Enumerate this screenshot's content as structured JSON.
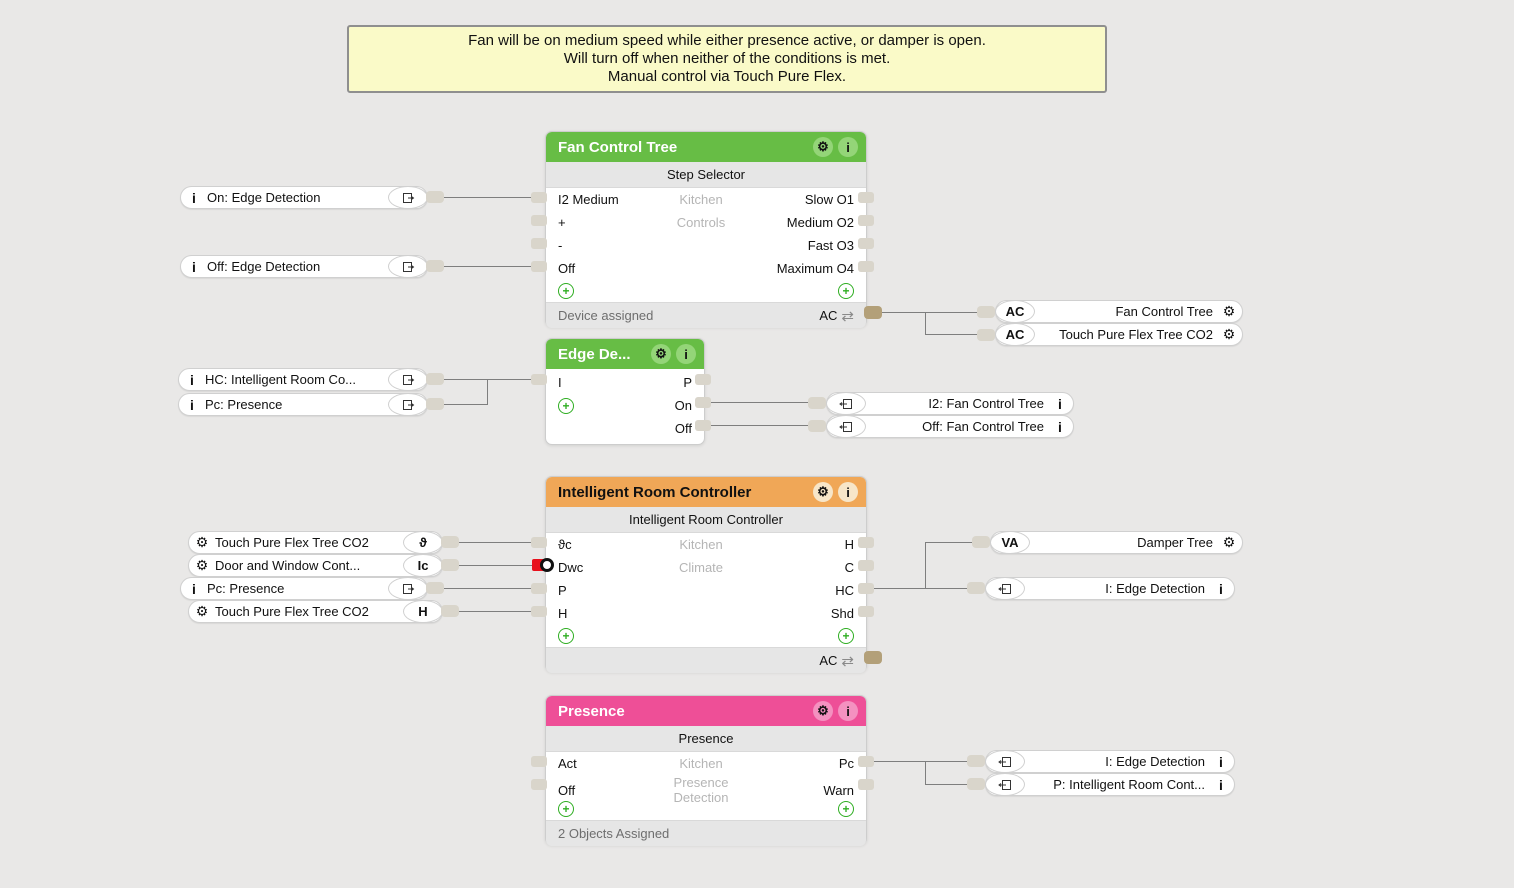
{
  "note": {
    "line1": "Fan will be on medium speed while either presence active, or damper is open.",
    "line2": "Will turn off when neither of the conditions is met.",
    "line3": "Manual control via Touch Pure Flex."
  },
  "colors": {
    "fan_header": "#67bd45",
    "irc_header": "#f0a757",
    "presence_header": "#ee4f97",
    "wire": "#7e7e7e",
    "stub": "#d9d5cb",
    "ac_stub": "#b3a079",
    "inverted_input": "#e8101c"
  },
  "blocks": {
    "fan": {
      "title": "Fan Control Tree",
      "subtitle": "Step Selector",
      "room": "Kitchen",
      "category": "Controls",
      "inputs": [
        "I2 Medium",
        "+",
        "-",
        "Off"
      ],
      "outputs": [
        "Slow O1",
        "Medium O2",
        "Fast O3",
        "Maximum O4"
      ],
      "footer_left": "Device assigned",
      "footer_right": "AC"
    },
    "edge": {
      "title": "Edge De...",
      "inputs": [
        "I"
      ],
      "outputs": [
        "P",
        "On",
        "Off"
      ]
    },
    "irc": {
      "title": "Intelligent Room Controller",
      "subtitle": "Intelligent Room Controller",
      "room": "Kitchen",
      "category": "Climate",
      "inputs": [
        "ϑc",
        "Dwc",
        "P",
        "H"
      ],
      "outputs": [
        "H",
        "C",
        "HC",
        "Shd"
      ],
      "footer_right": "AC"
    },
    "presence": {
      "title": "Presence",
      "subtitle": "Presence",
      "room": "Kitchen",
      "category": "Presence Detection",
      "inputs": [
        "Act",
        "Off"
      ],
      "outputs": [
        "Pc",
        "Warn"
      ],
      "footer_left": "2 Objects Assigned"
    }
  },
  "left_connectors": [
    {
      "icon": "info",
      "label": "On: Edge Detection",
      "badge": ""
    },
    {
      "icon": "info",
      "label": "Off: Edge Detection",
      "badge": ""
    },
    {
      "icon": "info",
      "label": "HC: Intelligent Room Co...",
      "badge": ""
    },
    {
      "icon": "info",
      "label": "Pc: Presence",
      "badge": ""
    },
    {
      "icon": "gear",
      "label": "Touch Pure Flex Tree CO2",
      "badge": "ϑ"
    },
    {
      "icon": "gear",
      "label": "Door and Window Cont...",
      "badge": "Ic"
    },
    {
      "icon": "info",
      "label": "Pc: Presence",
      "badge": ""
    },
    {
      "icon": "gear",
      "label": "Touch Pure Flex Tree CO2",
      "badge": "H"
    }
  ],
  "right_connectors": [
    {
      "badge": "AC",
      "label": "Fan Control Tree",
      "trail": "gear"
    },
    {
      "badge": "AC",
      "label": "Touch Pure Flex Tree CO2",
      "trail": "gear"
    },
    {
      "badge": "",
      "label": "I2: Fan Control Tree",
      "trail": "info"
    },
    {
      "badge": "",
      "label": "Off: Fan Control Tree",
      "trail": "info"
    },
    {
      "badge": "VA",
      "label": "Damper Tree",
      "trail": "gear"
    },
    {
      "badge": "",
      "label": "I: Edge Detection",
      "trail": "info"
    },
    {
      "badge": "",
      "label": "I: Edge Detection",
      "trail": "info"
    },
    {
      "badge": "",
      "label": "P: Intelligent Room Cont...",
      "trail": "info"
    }
  ]
}
